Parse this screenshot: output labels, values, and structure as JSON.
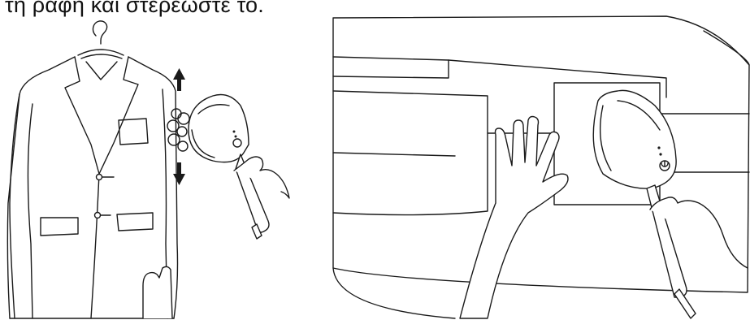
{
  "caption": {
    "text": "τη ραφή και στερεώστε το."
  },
  "panels": [
    {
      "name": "jacket-steaming",
      "icons": [
        "hanger-icon",
        "arrow-up-icon",
        "arrow-down-icon",
        "steam-cloud-icon",
        "steamer-icon",
        "hand-icon"
      ]
    },
    {
      "name": "ironing-board-steaming",
      "icons": [
        "steamer-icon",
        "hand-icon",
        "power-button-icon"
      ]
    }
  ]
}
